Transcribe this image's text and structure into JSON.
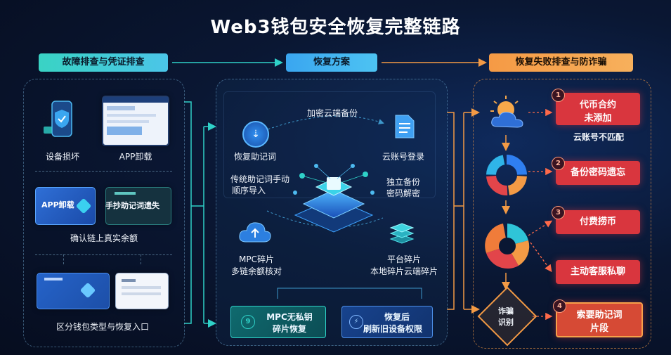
{
  "title": "Web3钱包安全恢复完整链路",
  "columns": {
    "left": "故障排查与凭证排查",
    "middle": "恢复方案",
    "right": "恢复失败排查与防诈骗"
  },
  "left_panel": {
    "device_damaged": "设备损坏",
    "app_uninstalled": "APP卸载",
    "app_card_label": "APP卸载",
    "handwritten_lost": "手抄助记词遗失",
    "confirm_balance": "确认链上真实余额",
    "distinguish_wallet": "区分钱包类型与恢复入口"
  },
  "middle_panel": {
    "encrypted_cloud_backup": "加密云端备份",
    "recovery_phrase": "恢复助记词",
    "cloud_account_login": "云账号登录",
    "traditional_import_l1": "传统助记词手动",
    "traditional_import_l2": "顺序导入",
    "independent_backup_l1": "独立备份",
    "independent_backup_l2": "密码解密",
    "mpc_shard_l1": "MPC碎片",
    "mpc_shard_l2": "多链余额核对",
    "platform_shard_l1": "平台碎片",
    "platform_shard_l2": "本地碎片云端碎片",
    "btn_mpc_l1": "MPC无私钥",
    "btn_mpc_l2": "碎片恢复",
    "btn_refresh_l1": "恢复后",
    "btn_refresh_l2": "刷新旧设备权限"
  },
  "right_panel": {
    "items": [
      {
        "num": "1",
        "l1": "代币合约",
        "l2": "未添加"
      },
      {
        "num": "2",
        "l1": "备份密码遗忘",
        "l2": ""
      },
      {
        "num": "3",
        "l1": "付费捞币",
        "l2": ""
      },
      {
        "num": "",
        "l1": "主动客服私聊",
        "l2": ""
      },
      {
        "num": "4",
        "l1": "索要助记词",
        "l2": "片段"
      }
    ],
    "cloud_mismatch": "云账号不匹配",
    "scam_detect_l1": "诈骗",
    "scam_detect_l2": "识别"
  },
  "colors": {
    "cyan": "#2fd1c8",
    "blue": "#36a9f0",
    "orange": "#f39a45",
    "red": "#d9363e"
  }
}
